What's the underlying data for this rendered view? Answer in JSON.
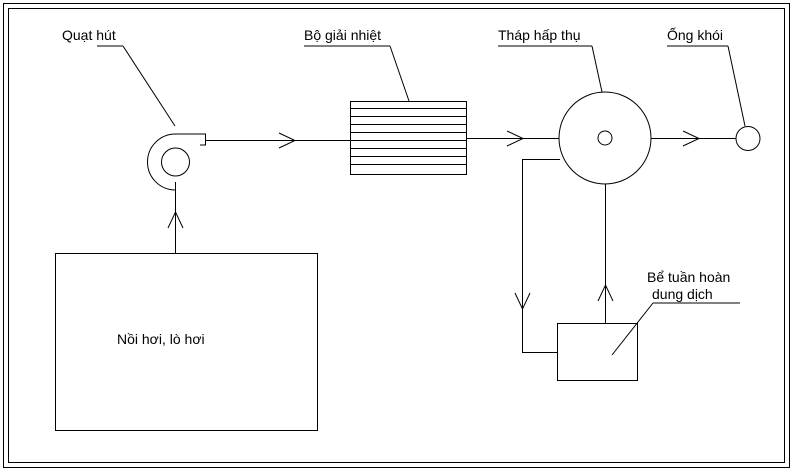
{
  "labels": {
    "fan": "Quạt hút",
    "cooler": "Bộ giải nhiệt",
    "absorber": "Tháp hấp thụ",
    "chimney": "Ống khói",
    "tank_line1": "Bể tuần hoàn",
    "tank_line2": "dung dịch",
    "boiler": "Nồi hơi, lò hơi"
  },
  "colors": {
    "line": "#000000",
    "background": "#ffffff"
  }
}
